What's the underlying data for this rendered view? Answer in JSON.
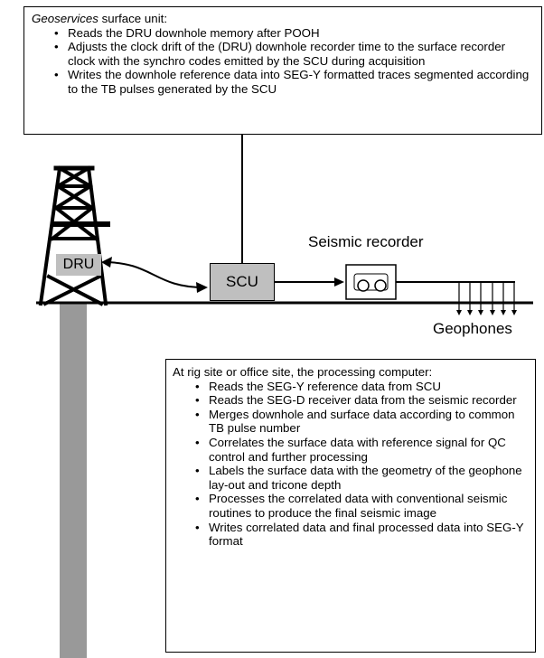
{
  "top_box": {
    "lead_em": "Geoservices",
    "lead_rest": " surface unit:",
    "items": [
      "Reads the DRU downhole memory after POOH",
      "Adjusts the clock drift of the (DRU) downhole recorder time to the surface recorder clock with the synchro codes emitted by the SCU during acquisition",
      " Writes the downhole reference data into SEG-Y formatted traces segmented according to the TB pulses generated by the SCU"
    ]
  },
  "labels": {
    "dru": "DRU",
    "scu": "SCU",
    "seismic_recorder": "Seismic recorder",
    "geophones": "Geophones"
  },
  "bottom_box": {
    "lead": "At rig site or office site, the processing computer:",
    "items": [
      "Reads the SEG-Y reference data from SCU",
      "Reads the SEG-D receiver data from the seismic recorder",
      "Merges downhole and surface data according to common TB pulse number",
      "Correlates the surface data with reference signal for QC control and further processing",
      "Labels the surface data with the geometry of the geophone lay-out and tricone depth",
      "Processes the correlated data with conventional seismic routines to produce the final seismic image",
      "Writes correlated data and final processed data into SEG-Y format"
    ]
  },
  "colors": {
    "well": "#999999",
    "unit_fill": "#bfbfbf",
    "line": "#000000"
  }
}
